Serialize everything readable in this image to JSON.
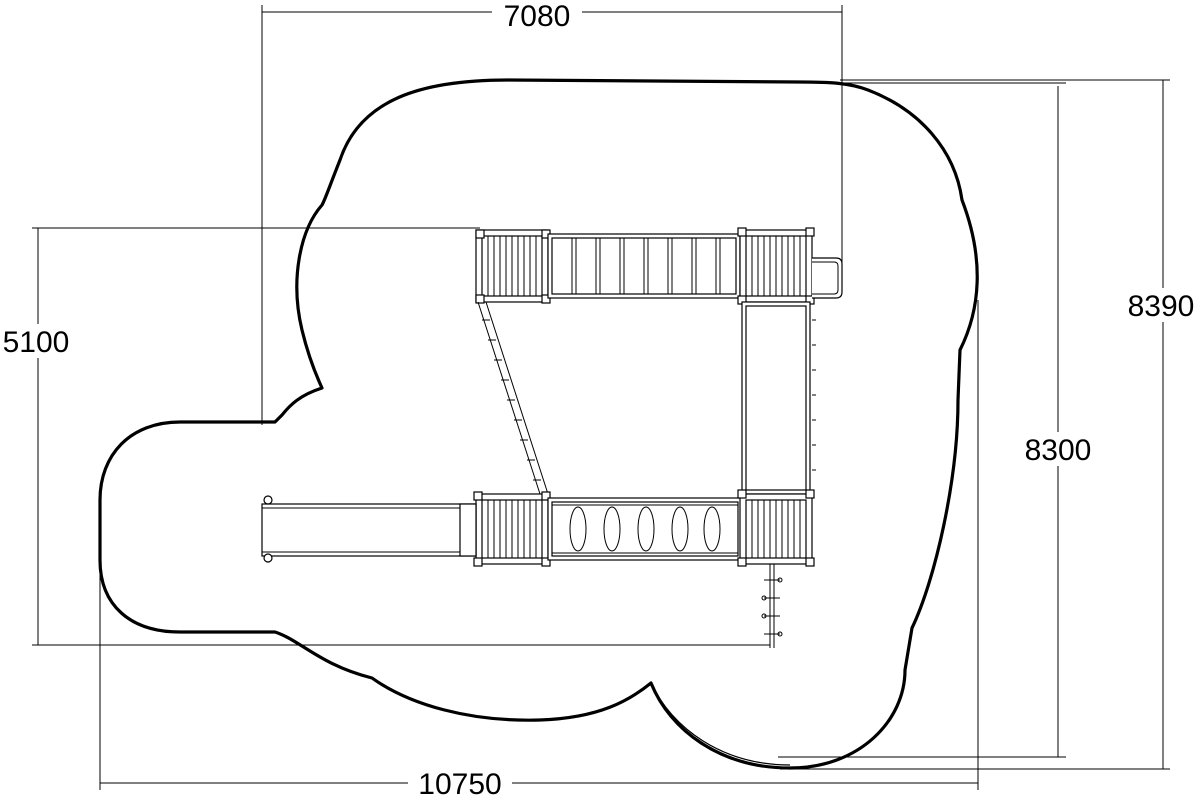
{
  "dimensions": {
    "top_width": "7080",
    "left_height": "5100",
    "right_inner_height": "8300",
    "right_outer_height": "8390",
    "bottom_width": "10750"
  }
}
